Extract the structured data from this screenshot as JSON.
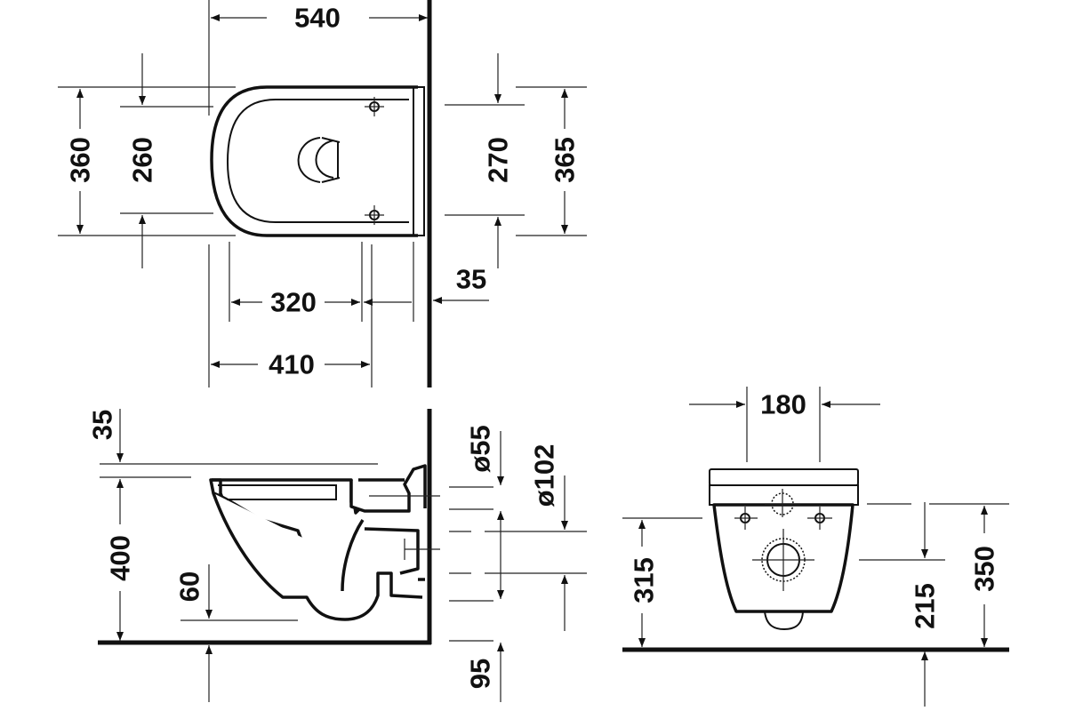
{
  "top_view": {
    "dims": {
      "overall_length": "540",
      "overall_width": "360",
      "seat_inner_width": "260",
      "fixing_spacing": "270",
      "seat_width": "365",
      "wall_offset": "35",
      "hole_to_front": "320",
      "projection": "410"
    }
  },
  "side_view": {
    "dims": {
      "seat_thickness": "35",
      "rim_height": "400",
      "water_depth": "60",
      "inlet_diameter": "ø55",
      "outlet_diameter": "ø102",
      "outlet_height": "95"
    }
  },
  "front_view": {
    "dims": {
      "hole_spacing": "180",
      "fixing_height": "315",
      "outlet_centre_height": "215",
      "overall_height": "350"
    }
  },
  "colors": {
    "line": "#111111",
    "background": "#ffffff"
  }
}
